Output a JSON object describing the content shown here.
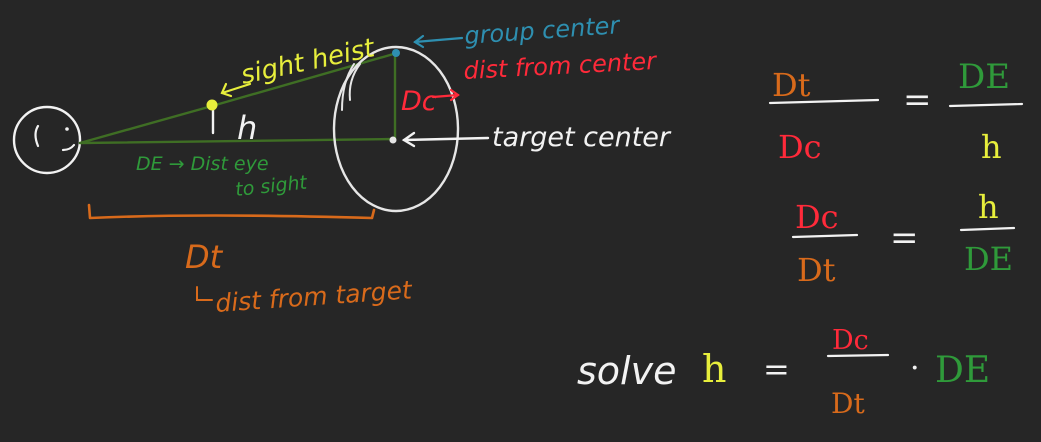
{
  "colors": {
    "background": "#262626",
    "white": "#f2f2f2",
    "yellow": "#e7ee3c",
    "green": "#2f9a3a",
    "dark_green": "#3f6e24",
    "red": "#ff2a3a",
    "orange": "#d86a1b",
    "teal": "#2e8fb0"
  },
  "labels": {
    "sight_height": "sight heist",
    "h": "h",
    "group_center": "group center",
    "dist_from_center": "dist from center",
    "dc": "Dc",
    "target_center": "target center",
    "de_dist_eye": "DE → Dist eye",
    "to_sight": "to sight",
    "dt": "Dt",
    "dist_from_target": "dist from target"
  },
  "equations": {
    "eq1": {
      "left_num": "Dt",
      "left_den": "Dc",
      "eq": "=",
      "right_num": "DE",
      "right_den": "h"
    },
    "eq2": {
      "left_num": "Dc",
      "left_den": "Dt",
      "eq": "=",
      "right_num": "h",
      "right_den": "DE"
    },
    "solve": {
      "word": "solve",
      "h": "h",
      "eq": "=",
      "num": "Dc",
      "den": "Dt",
      "dot": "·",
      "tail": "DE"
    }
  }
}
